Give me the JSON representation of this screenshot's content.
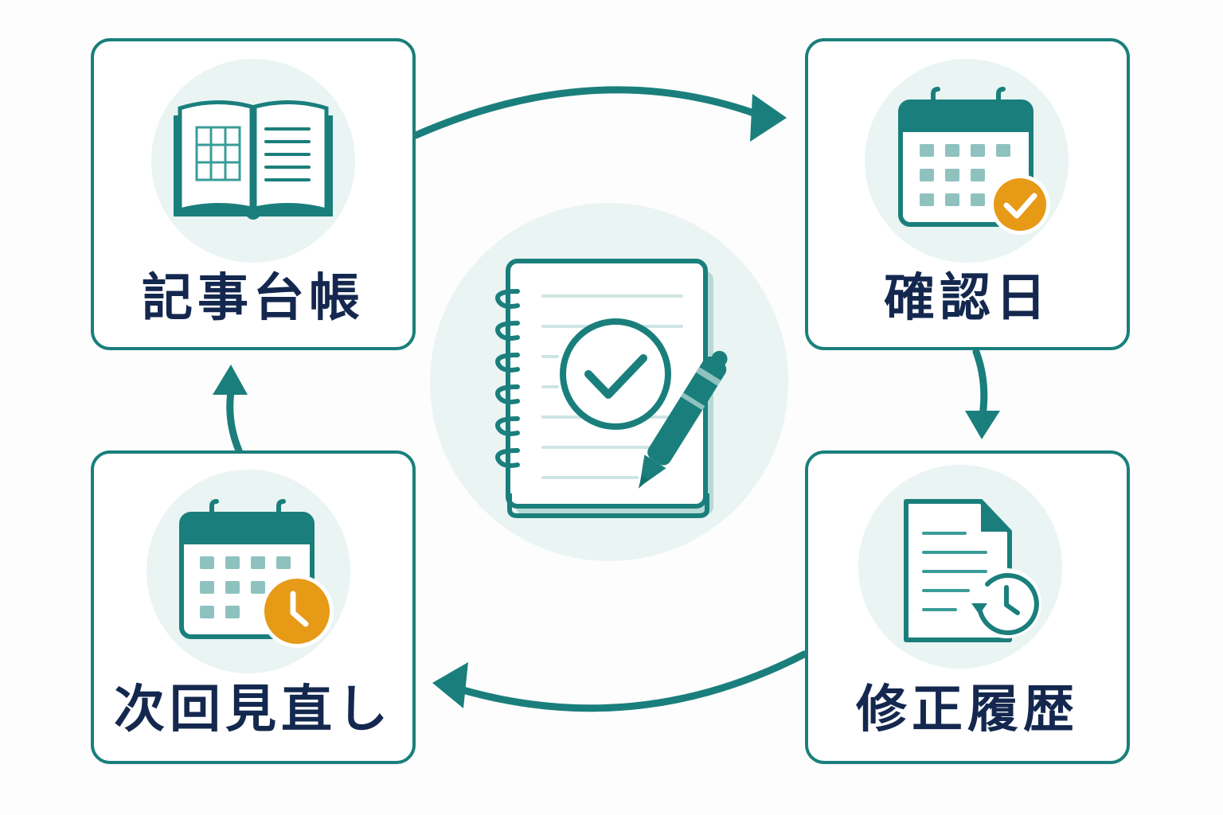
{
  "colors": {
    "teal": "#1a7f7c",
    "teal_dark": "#15706d",
    "teal_light": "#e9f4f3",
    "teal_muted": "#8fc2bf",
    "orange": "#e69a16",
    "navy": "#14284f",
    "card_border": "#1a7f7c",
    "card_bg": "#ffffff"
  },
  "cards": {
    "ledger": {
      "label": "記事台帳",
      "icon": "open-book-icon"
    },
    "confirm_date": {
      "label": "確認日",
      "icon": "calendar-check-icon"
    },
    "revision_history": {
      "label": "修正履歴",
      "icon": "document-history-icon"
    },
    "next_review": {
      "label": "次回見直し",
      "icon": "calendar-clock-icon"
    }
  },
  "center": {
    "icon": "notebook-check-pen-icon"
  },
  "flow": [
    {
      "from": "記事台帳",
      "to": "確認日"
    },
    {
      "from": "確認日",
      "to": "修正履歴"
    },
    {
      "from": "修正履歴",
      "to": "次回見直し"
    },
    {
      "from": "次回見直し",
      "to": "記事台帳"
    }
  ]
}
